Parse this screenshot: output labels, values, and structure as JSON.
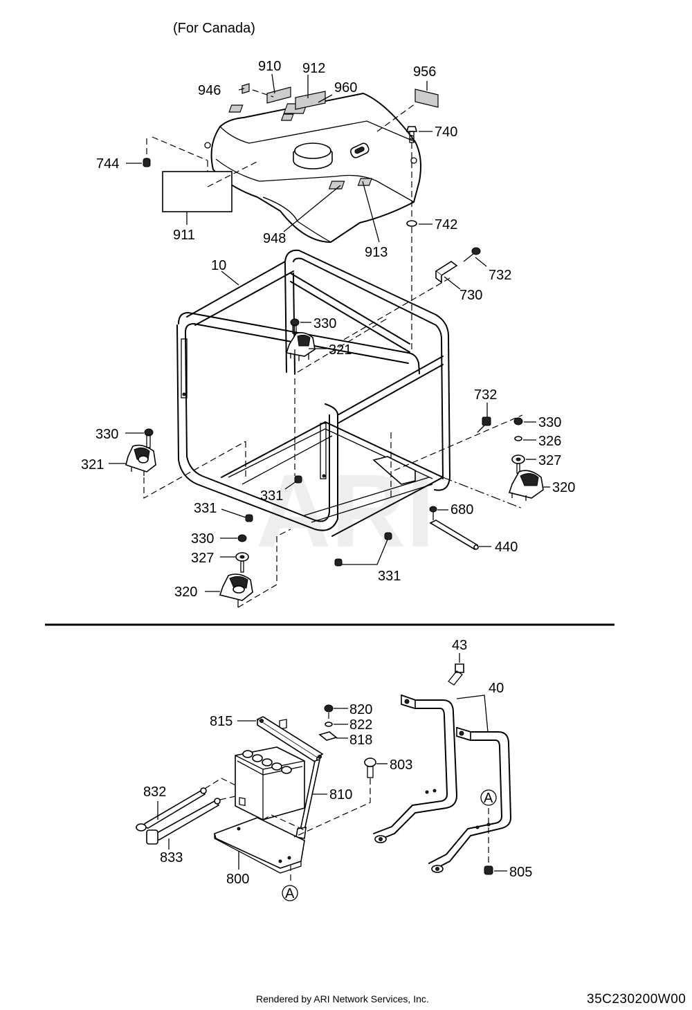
{
  "caption": "(For Canada)",
  "watermark": "ARI",
  "footer": {
    "rendered_by": "Rendered by ARI Network Services, Inc.",
    "diagram_code": "35C230200W00"
  },
  "callouts": {
    "top": [
      "910",
      "912",
      "946",
      "960",
      "956",
      "740",
      "744",
      "911",
      "948",
      "913",
      "742",
      "732",
      "730",
      "10",
      "330",
      "321",
      "330",
      "321",
      "732",
      "330",
      "326",
      "327",
      "320",
      "331",
      "331",
      "680",
      "330",
      "327",
      "440",
      "331",
      "320"
    ],
    "bottom": [
      "43",
      "40",
      "820",
      "815",
      "822",
      "818",
      "803",
      "810",
      "832",
      "833",
      "805",
      "800",
      "A",
      "A"
    ]
  }
}
